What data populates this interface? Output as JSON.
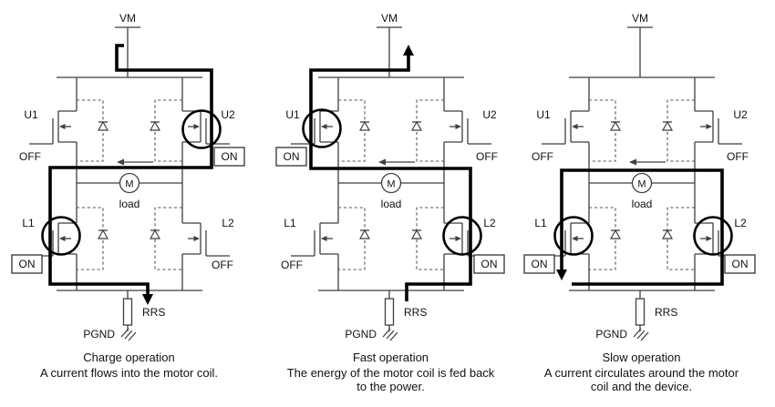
{
  "figure": {
    "colors": {
      "wire": "#3f3f3f",
      "current_path": "#000000",
      "text": "#111111",
      "dashed": "#575757",
      "background": "#ffffff"
    },
    "diagrams": [
      {
        "name": "charge-operation",
        "supply_label": "VM",
        "ground_label": "PGND",
        "sense_resistor_label": "RRS",
        "motor_label": "M",
        "load_label": "load",
        "transistors": {
          "u1": {
            "label": "U1",
            "state": "OFF"
          },
          "u2": {
            "label": "U2",
            "state": "ON"
          },
          "l1": {
            "label": "L1",
            "state": "ON"
          },
          "l2": {
            "label": "L2",
            "state": "OFF"
          }
        },
        "caption": {
          "title": "Charge operation",
          "description": "A current flows into the motor coil."
        }
      },
      {
        "name": "fast-operation",
        "supply_label": "VM",
        "ground_label": "PGND",
        "sense_resistor_label": "RRS",
        "motor_label": "M",
        "load_label": "load",
        "transistors": {
          "u1": {
            "label": "U1",
            "state": "ON"
          },
          "u2": {
            "label": "U2",
            "state": "OFF"
          },
          "l1": {
            "label": "L1",
            "state": "OFF"
          },
          "l2": {
            "label": "L2",
            "state": "ON"
          }
        },
        "caption": {
          "title": "Fast operation",
          "description": "The energy of the motor coil is fed back to the power."
        }
      },
      {
        "name": "slow-operation",
        "supply_label": "VM",
        "ground_label": "PGND",
        "sense_resistor_label": "RRS",
        "motor_label": "M",
        "load_label": "load",
        "transistors": {
          "u1": {
            "label": "U1",
            "state": "OFF"
          },
          "u2": {
            "label": "U2",
            "state": "OFF"
          },
          "l1": {
            "label": "L1",
            "state": "ON"
          },
          "l2": {
            "label": "L2",
            "state": "ON"
          }
        },
        "caption": {
          "title": "Slow operation",
          "description": "A current circulates around the motor coil and the device."
        }
      }
    ]
  }
}
